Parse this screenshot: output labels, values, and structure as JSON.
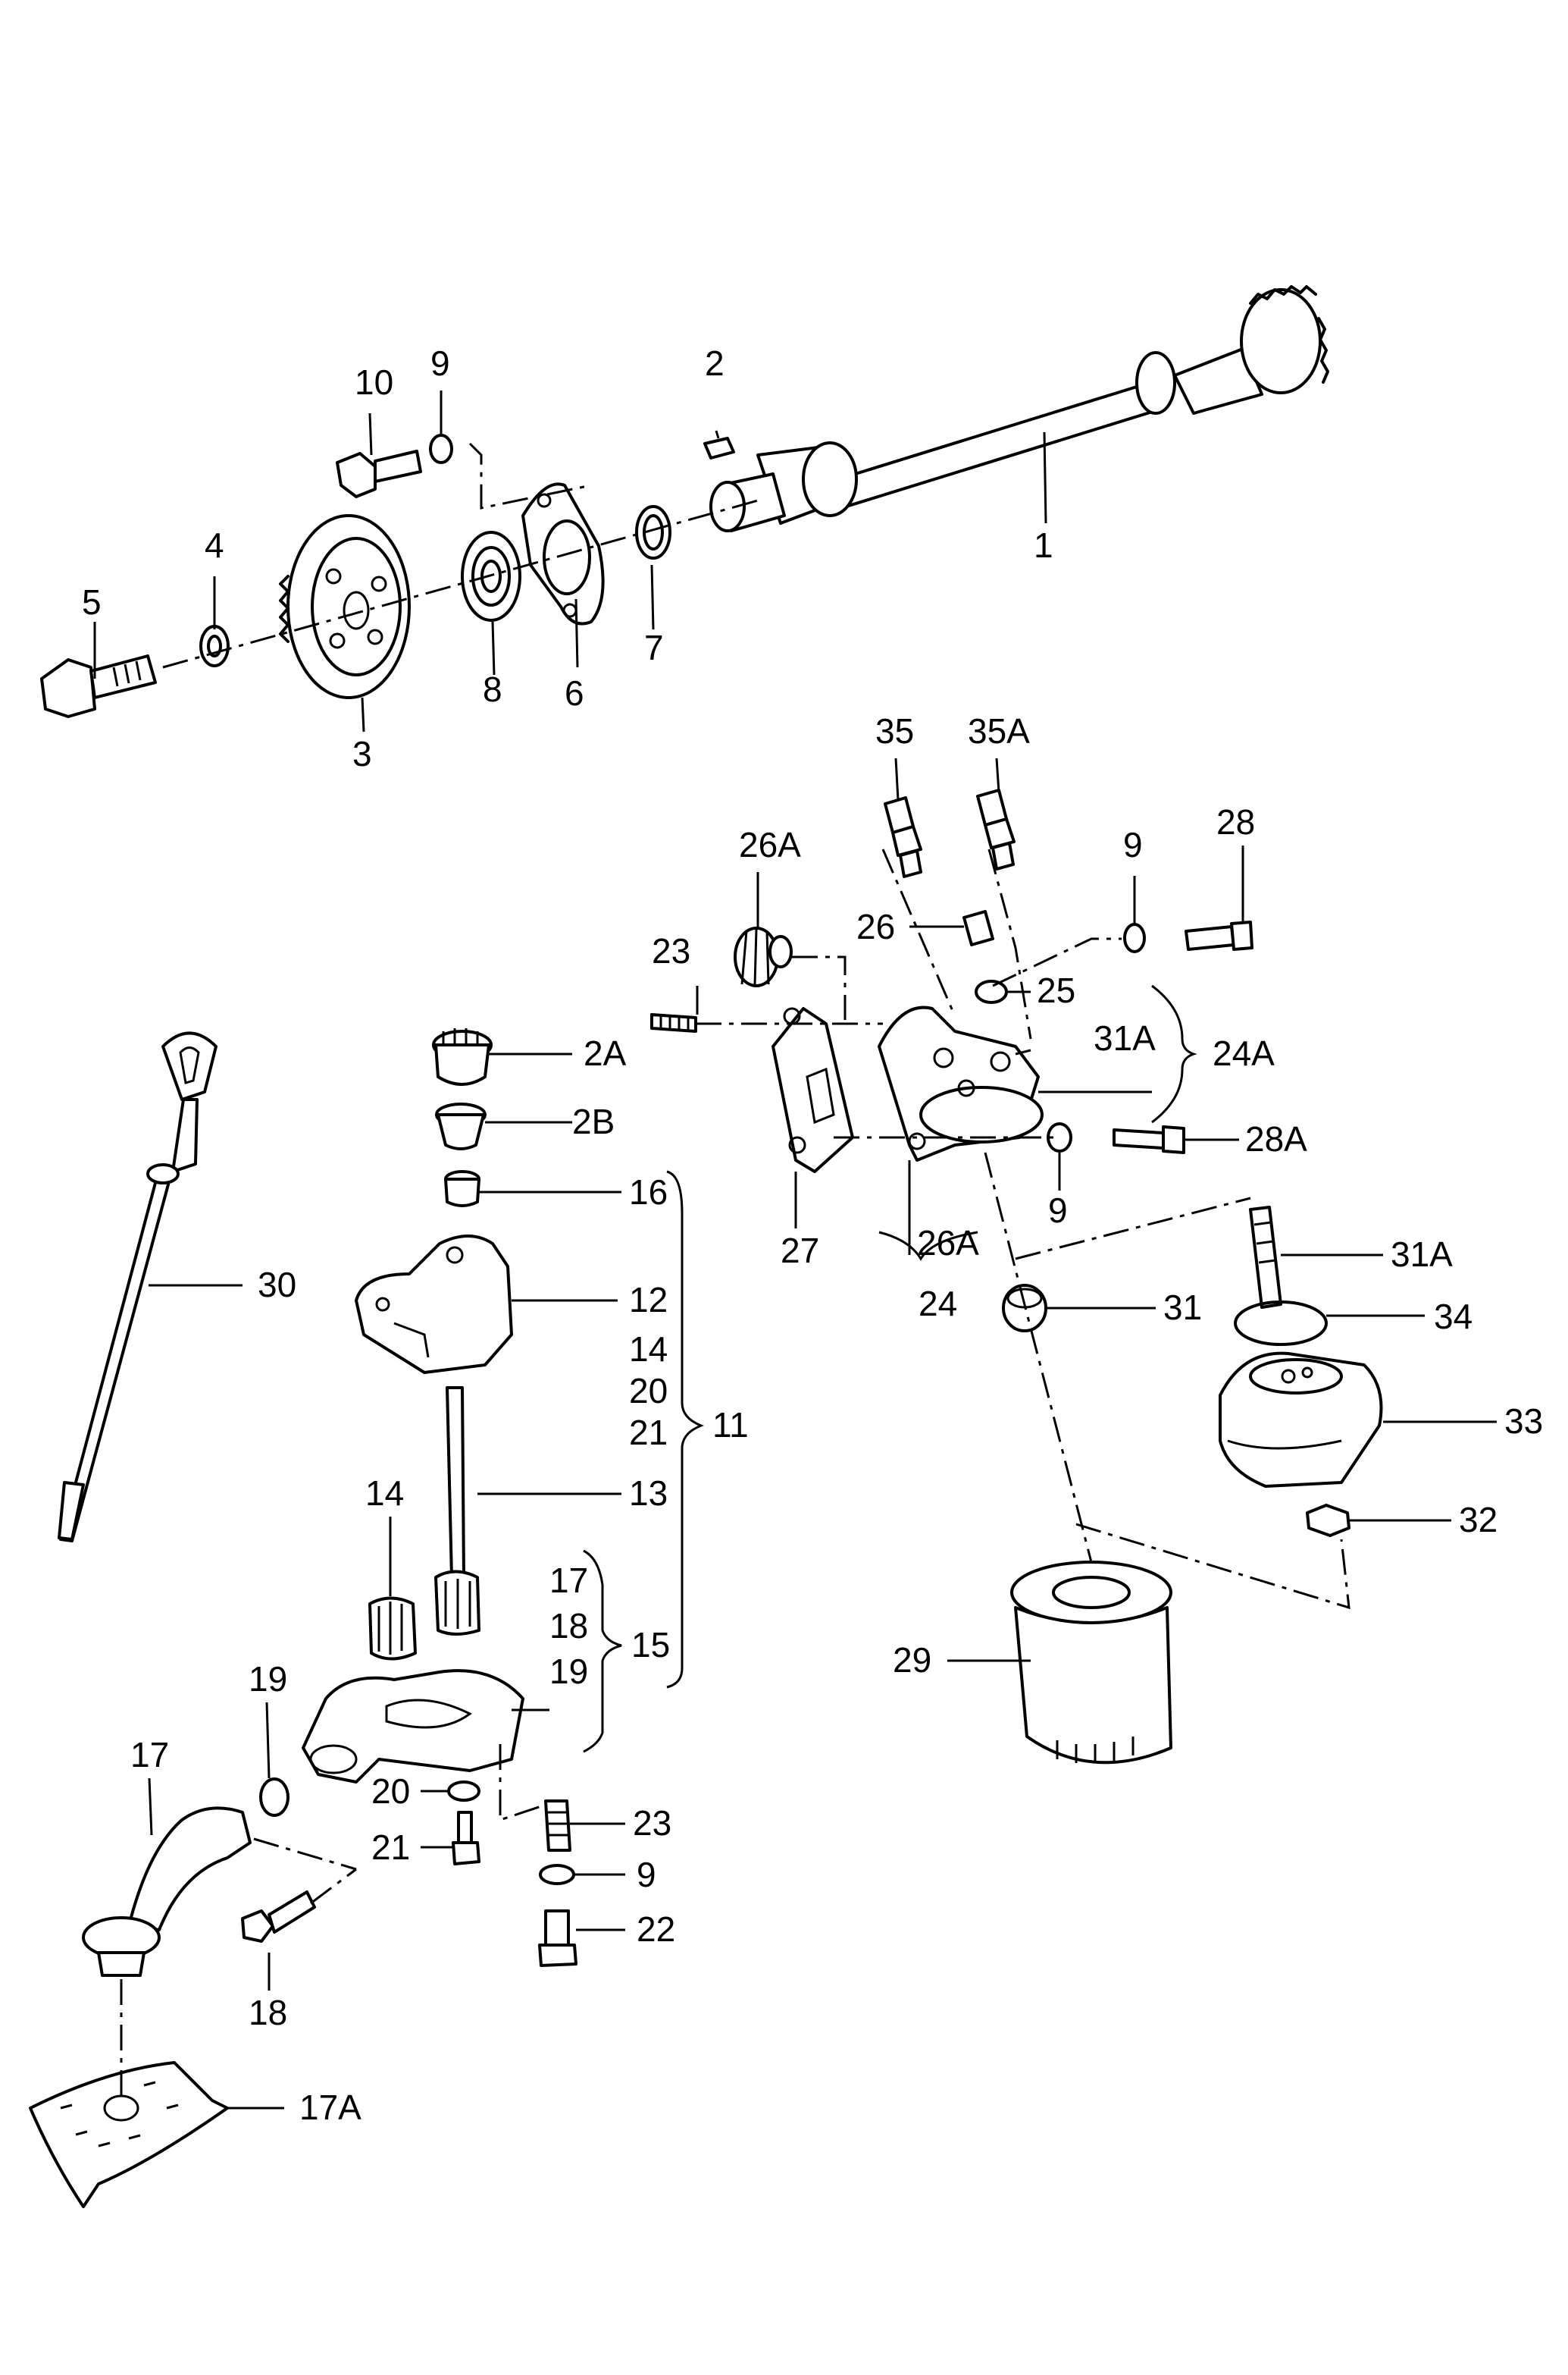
{
  "labels": {
    "l1": "1",
    "l2": "2",
    "l2a": "2A",
    "l2b": "2B",
    "l3": "3",
    "l4": "4",
    "l5": "5",
    "l6": "6",
    "l7": "7",
    "l8": "8",
    "l9a": "9",
    "l9b": "9",
    "l9c": "9",
    "l9d": "9",
    "l10": "10",
    "l11": "11",
    "l12": "12",
    "l13": "13",
    "l14a": "14",
    "l14b": "14",
    "l15": "15",
    "l16": "16",
    "l17a": "17",
    "l17b": "17",
    "l17A": "17A",
    "l18a": "18",
    "l18b": "18",
    "l19a": "19",
    "l19b": "19",
    "l20a": "20",
    "l20b": "20",
    "l21a": "21",
    "l21b": "21",
    "l22": "22",
    "l23a": "23",
    "l23b": "23",
    "l24": "24",
    "l24A": "24A",
    "l25": "25",
    "l26": "26",
    "l26Aa": "26A",
    "l26Ab": "26A",
    "l27": "27",
    "l28": "28",
    "l28A": "28A",
    "l29": "29",
    "l30": "30",
    "l31": "31",
    "l31Aa": "31A",
    "l31Ab": "31A",
    "l32": "32",
    "l33": "33",
    "l34": "34",
    "l35": "35",
    "l35A": "35A"
  }
}
